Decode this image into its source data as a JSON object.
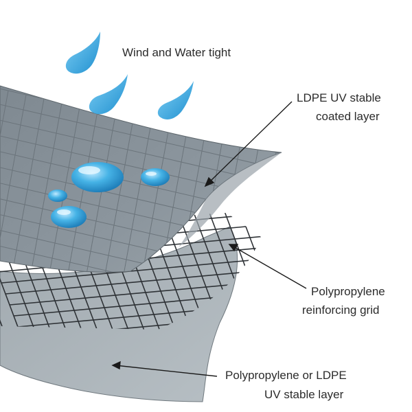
{
  "labels": {
    "wind_water": "Wind and Water tight",
    "top_layer_line1": "LDPE UV stable",
    "top_layer_line2": "coated layer",
    "grid_line1": "Polypropylene",
    "grid_line2": "reinforcing grid",
    "bottom_layer_line1": "Polypropylene or LDPE",
    "bottom_layer_line2": "UV stable layer"
  },
  "colors": {
    "top_layer": "#8a949c",
    "bottom_layer": "#a9b2b8",
    "grid": "#2e3236",
    "raindrop": "#2ea7e0",
    "droplet": "#3aa3d9",
    "leader": "#1a1a1a"
  }
}
